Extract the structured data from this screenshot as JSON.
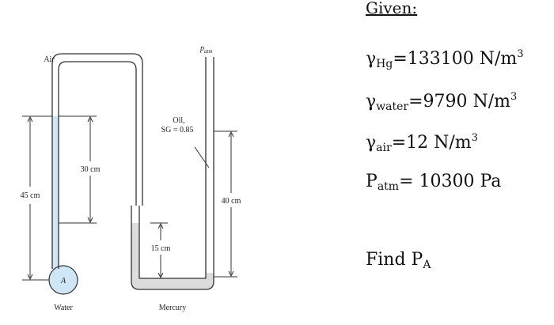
{
  "diagram": {
    "labels": {
      "air": "Air",
      "patm_symbol": "p",
      "patm_sub": "atm",
      "oil_line1": "Oil,",
      "oil_line2": "SG = 0.85",
      "dim_30": "30 cm",
      "dim_45": "45 cm",
      "dim_40": "40 cm",
      "dim_15": "15 cm",
      "point_a": "A",
      "water": "Water",
      "mercury": "Mercury"
    },
    "colors": {
      "water": "#cfe6f8",
      "mercury": "#dcdcdc",
      "tube_wall": "#333333"
    }
  },
  "given": {
    "heading": "Given:",
    "gamma_symbol": "γ",
    "hg_sub": "Hg",
    "hg_value": "=133100 N/m",
    "water_sub": "water",
    "water_value": "=9790 N/m",
    "air_sub": "air",
    "air_value": "=12 N/m",
    "cube_exp": "3",
    "patm_symbol": "P",
    "patm_sub": "atm",
    "patm_value": "= 10300 Pa",
    "find_text": "Find P",
    "find_sub": "A"
  }
}
